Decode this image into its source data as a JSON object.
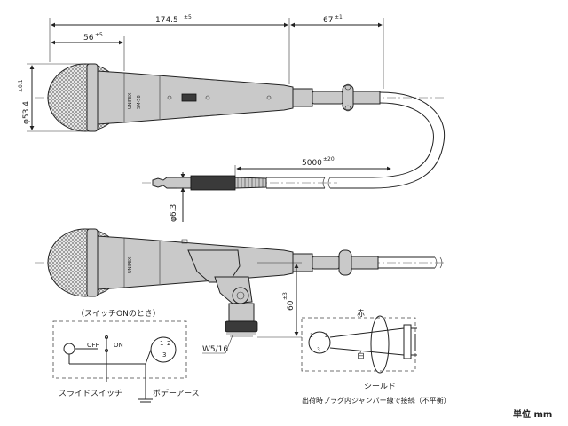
{
  "dimensions": {
    "overall_length": "174.5",
    "overall_length_tol": "±5",
    "head_length": "56",
    "head_length_tol": "±5",
    "connector_length": "67",
    "connector_length_tol": "±1",
    "head_diameter": "φ53.4",
    "head_diameter_tol": "±0.1",
    "cable_length": "5000",
    "cable_length_tol": "±20",
    "plug_diameter": "φ6.3",
    "holder_height": "60",
    "holder_height_tol": "±3",
    "thread": "W5/16"
  },
  "switch_panel": {
    "title": "（スイッチONのとき）",
    "off_label": "OFF",
    "on_label": "ON",
    "pin_labels": [
      "1",
      "2",
      "3"
    ],
    "slide_switch_label": "スライドスイッチ",
    "body_earth_label": "ボデーアース"
  },
  "wiring_panel": {
    "red_label": "赤",
    "white_label": "白",
    "shield_label": "シールド",
    "pin_labels": [
      "1",
      "2",
      "3"
    ],
    "note": "出荷時プラグ内ジャンパー線で接続（不平衡）"
  },
  "mic_text": {
    "model": "UNIPEX",
    "brand": "SM-58"
  },
  "unit_label": "単位 mm"
}
